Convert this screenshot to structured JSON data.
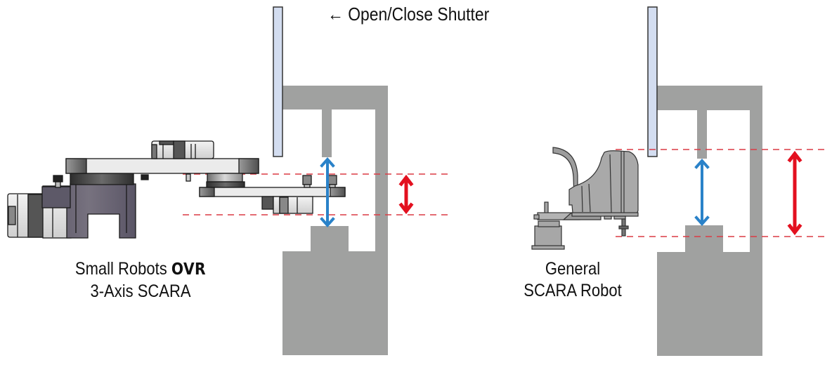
{
  "diagram": {
    "shutter_label": "Open/Close Shutter",
    "shutter_arrow_glyph": "←",
    "left_panel": {
      "title_line1": "Small Robots ",
      "title_brand": "OVR",
      "title_line2": "3-Axis SCARA"
    },
    "right_panel": {
      "title_line1": "General",
      "title_line2": "SCARA Robot"
    },
    "colors": {
      "structure_gray": "#a0a1a0",
      "shutter_fill": "#d3ddf0",
      "clearance_arrow_blue": "#2a82c9",
      "robot_height_arrow_red": "#e3101f",
      "reference_dash_red": "#dc3a44",
      "robot_dark_purple": "#5d5968"
    },
    "comparison": {
      "left_robot_height_relative": "small",
      "right_robot_height_relative": "large"
    }
  }
}
